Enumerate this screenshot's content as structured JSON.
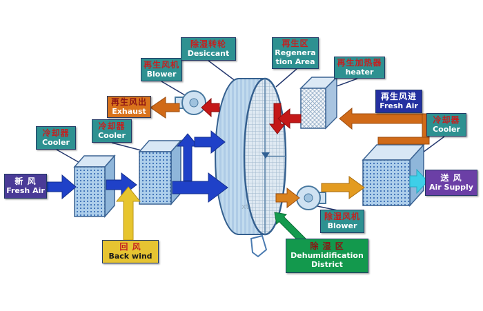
{
  "labels": {
    "fresh_air_in": {
      "zh": "新 风",
      "en": "Fresh Air"
    },
    "cooler_1": {
      "zh": "冷却器",
      "en": "Cooler"
    },
    "cooler_2": {
      "zh": "冷却器",
      "en": "Cooler"
    },
    "back_wind": {
      "zh": "回 风",
      "en": "Back wind"
    },
    "regen_blower": {
      "zh": "再生风机",
      "en": "Blower"
    },
    "regen_exhaust": {
      "zh": "再生风出",
      "en": "Exhaust"
    },
    "desiccant": {
      "zh": "除湿转轮",
      "en": "Desiccant"
    },
    "regen_area": {
      "zh": "再生区",
      "en": "Regeneration Area"
    },
    "regen_heater": {
      "zh": "再生加热器",
      "en": "heater"
    },
    "regen_fresh": {
      "zh": "再生风进",
      "en": "Fresh Air"
    },
    "cooler_3": {
      "zh": "冷却器",
      "en": "Cooler"
    },
    "air_supply": {
      "zh": "送 风",
      "en": "Air Supply"
    },
    "dehumid_blower": {
      "zh": "除湿风机",
      "en": "Blower"
    },
    "dehumid_district": {
      "zh": "除 湿 区",
      "en": "Dehumidification District"
    }
  },
  "watermark": "xt",
  "colors": {
    "teal_label": "#2e9191",
    "purple_label": "#4a3b97",
    "navy_label": "#2430a0",
    "violet_label": "#6b3fa6",
    "gold_label": "#e6c432",
    "orange_label": "#d9731c",
    "green_label": "#13994d",
    "process_arrow_blue": "#1f41c8",
    "return_arrow_yellow": "#e7c52e",
    "regen_arrow_orange": "#d06a18",
    "regen_arrow_red": "#c41818",
    "supply_arrow_cyan": "#3ecfe8",
    "pointer_arrow_green": "#149a4e"
  },
  "icons": {
    "desiccant_wheel": "striped cylinder with mesh face",
    "cooler_box": "dotted 3d box",
    "heater_box": "crosshatched 3d box",
    "blower_fan": "circle with spout"
  }
}
